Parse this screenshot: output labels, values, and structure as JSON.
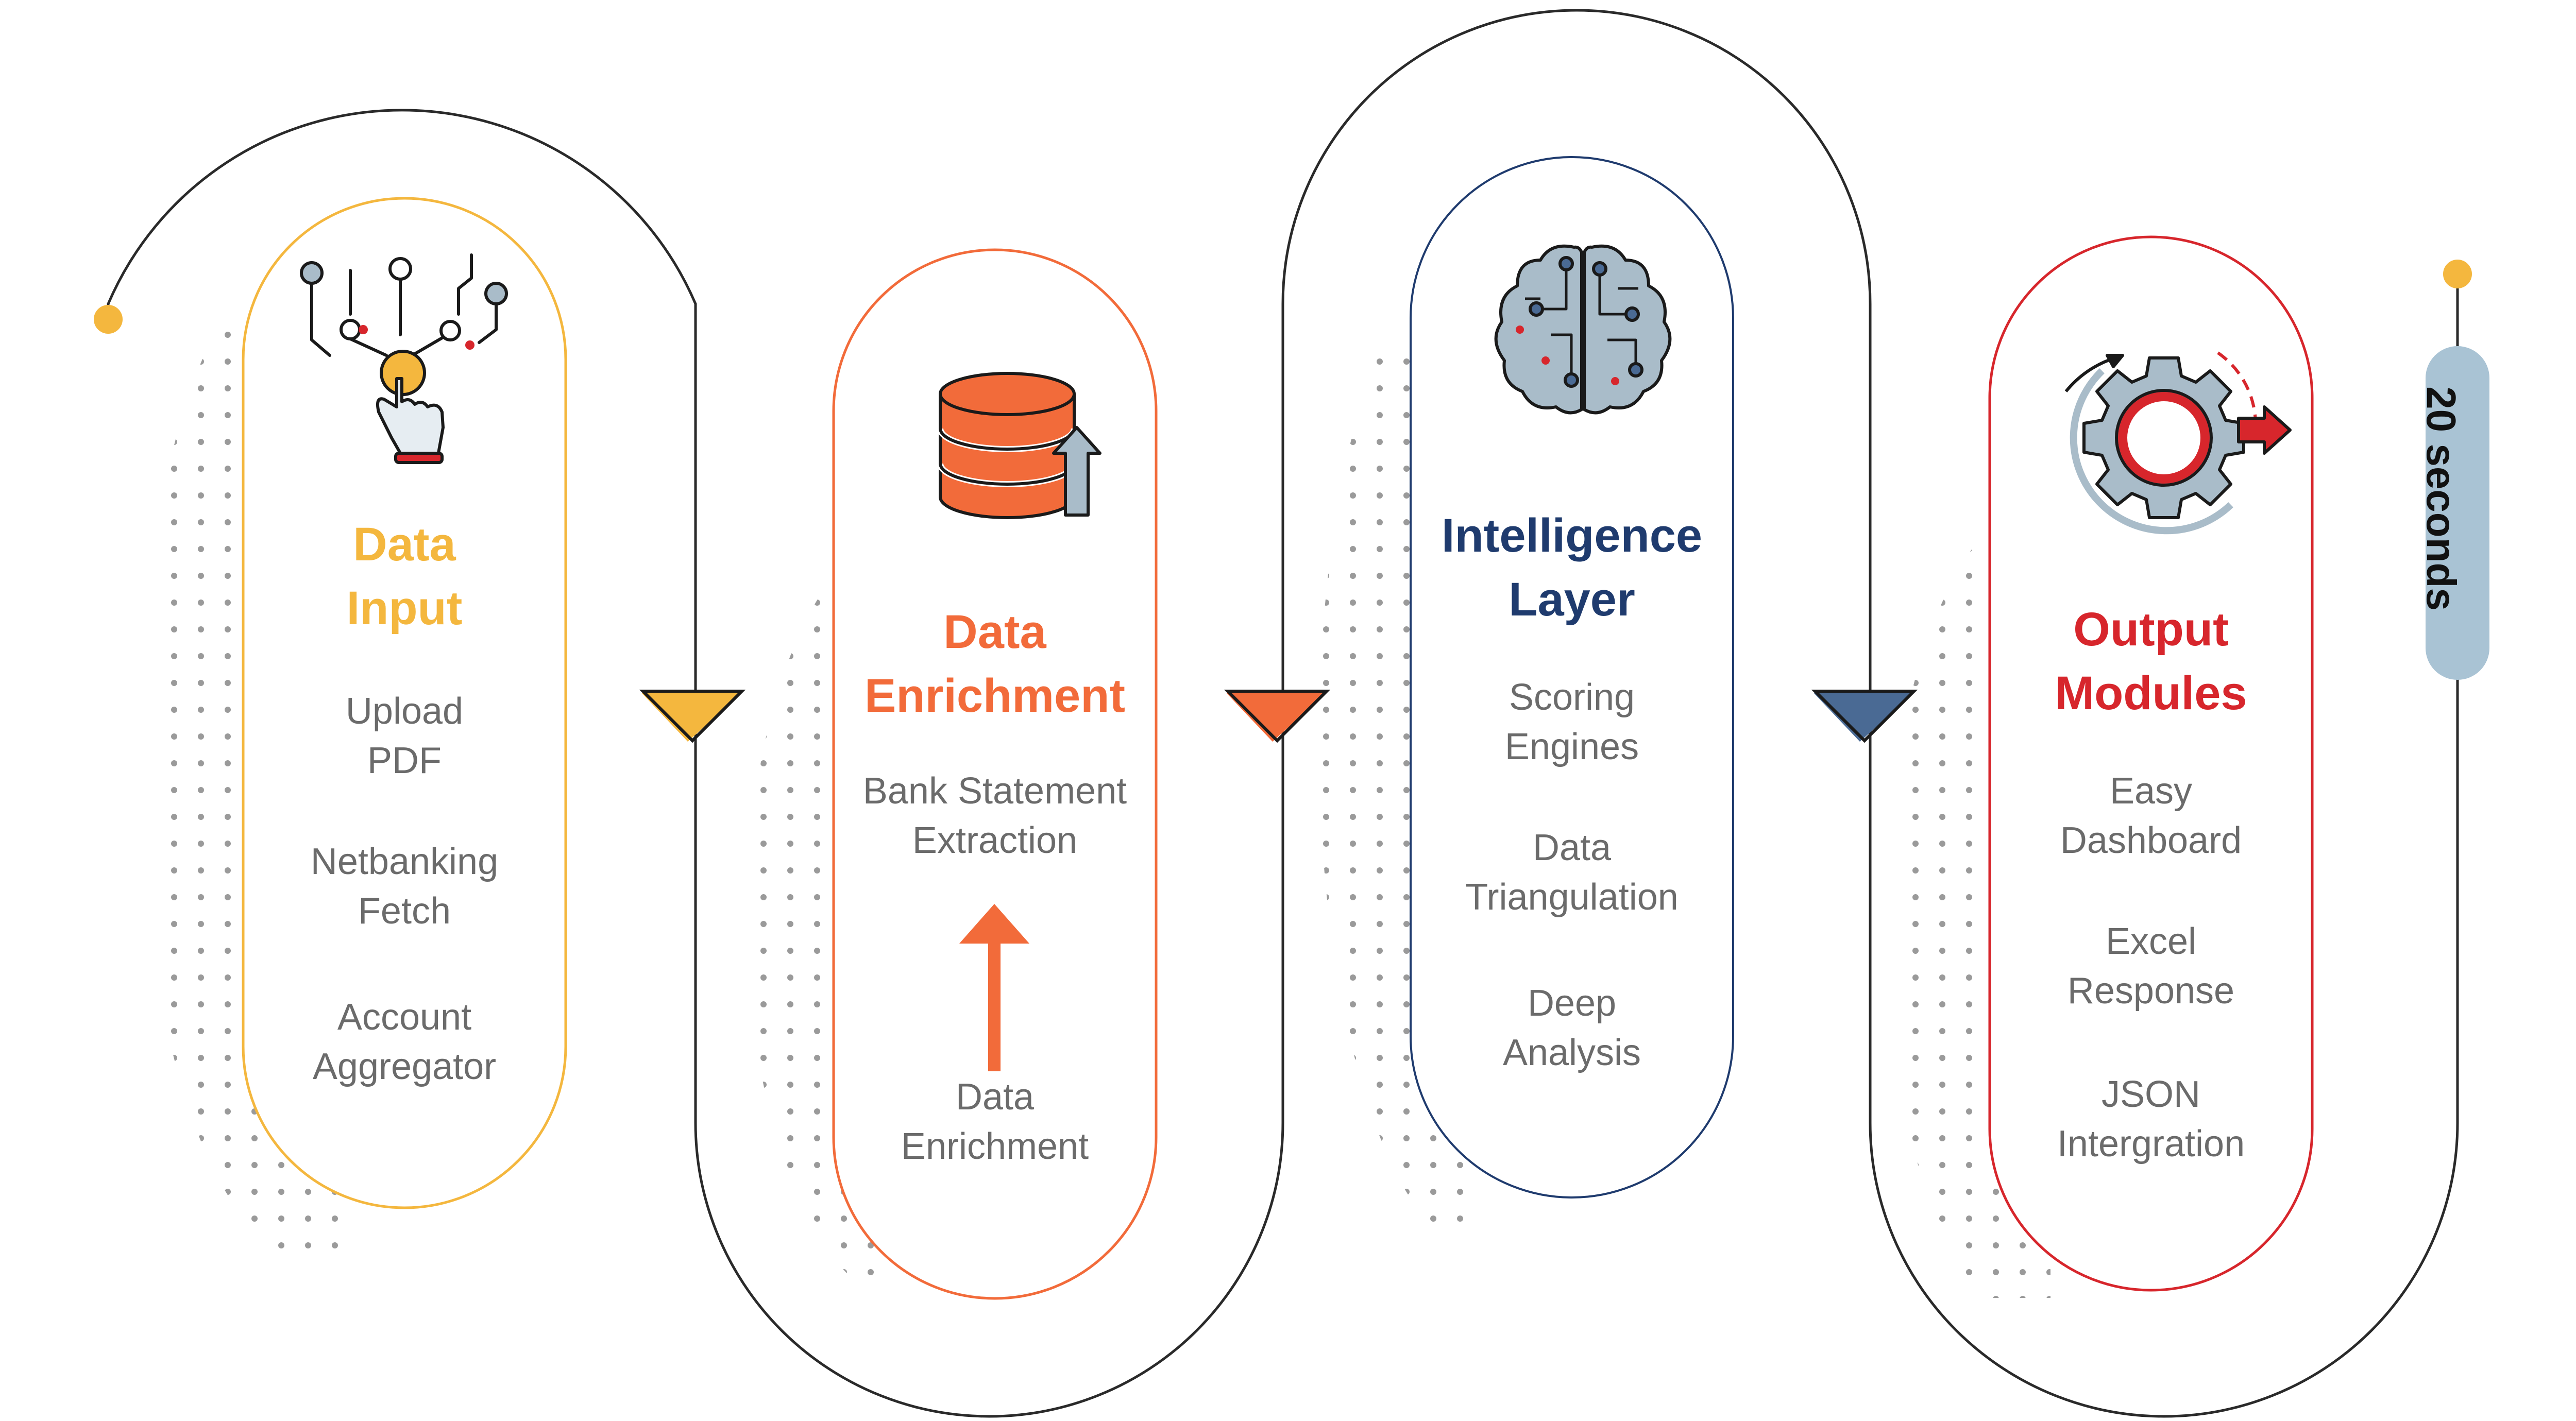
{
  "stages": [
    {
      "title_line1": "Data",
      "title_line2": "Input",
      "items": [
        {
          "line1": "Upload",
          "line2": "PDF"
        },
        {
          "line1": "Netbanking",
          "line2": "Fetch"
        },
        {
          "line1": "Account",
          "line2": "Aggregator"
        }
      ],
      "icon": "touch-network-icon",
      "color": "#F4B73E"
    },
    {
      "title_line1": "Data",
      "title_line2": "Enrichment",
      "items": [
        {
          "line1": "Bank Statement",
          "line2": "Extraction"
        },
        {
          "line1": "Data",
          "line2": "Enrichment"
        }
      ],
      "icon": "database-upload-icon",
      "color": "#F26B3A"
    },
    {
      "title_line1": "Intelligence",
      "title_line2": "Layer",
      "items": [
        {
          "line1": "Scoring",
          "line2": "Engines"
        },
        {
          "line1": "Data",
          "line2": "Triangulation"
        },
        {
          "line1": "Deep",
          "line2": "Analysis"
        }
      ],
      "icon": "brain-circuit-icon",
      "color": "#1F3B6E"
    },
    {
      "title_line1": "Output",
      "title_line2": "Modules",
      "items": [
        {
          "line1": "Easy",
          "line2": "Dashboard"
        },
        {
          "line1": "Excel",
          "line2": "Response"
        },
        {
          "line1": "JSON",
          "line2": "Intergration"
        }
      ],
      "icon": "gear-output-icon",
      "color": "#D7262C"
    }
  ],
  "duration_badge": "20 seconds",
  "arrow_icon": "up-arrow-icon",
  "colors": {
    "path": "#2a2a2a",
    "dot": "#F4B73E",
    "badge": "#A9C3D4",
    "item_text": "#6b6b6b",
    "dots_pattern": "#9a9a9a",
    "icon_gray": "#A9BCC9"
  }
}
